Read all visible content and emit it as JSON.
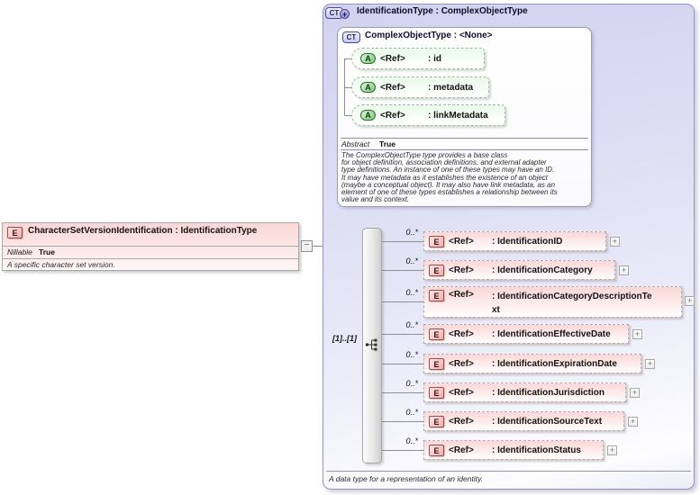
{
  "labels": {
    "ref": "<Ref>",
    "expand": "+",
    "collapse": "−"
  },
  "left_element": {
    "badge": "E",
    "title": "CharacterSetVersionIdentification : IdentificationType",
    "nillable_label": "Nillable",
    "nillable_value": "True",
    "annotation": "A specific character set version."
  },
  "type_box": {
    "badge": "CT",
    "title": "IdentificationType : ComplexObjectType",
    "annotation": "A data type for a representation of an identity.",
    "base_type": {
      "badge": "CT",
      "title": "ComplexObjectType : <None>",
      "attributes": [
        {
          "badge": "A",
          "name": ": id"
        },
        {
          "badge": "A",
          "name": ": metadata"
        },
        {
          "badge": "A",
          "name": ": linkMetadata"
        }
      ],
      "abstract_label": "Abstract",
      "abstract_value": "True",
      "description_lines": [
        "The ComplexObjectType type provides a base class",
        "for object definition, association definitions, and external adapter",
        "type definitions. An instance of one of these types may have an ID.",
        "It may have metadata as it establishes the existence of an object",
        "(maybe a conceptual object). It may also have link metadata, as an",
        "element of one of these types establishes a relationship between its",
        "value and its context."
      ]
    },
    "sequence": {
      "occurs": "[1]..[1]"
    },
    "elements": [
      {
        "badge": "E",
        "occurs": "0..*",
        "name": ": IdentificationID"
      },
      {
        "badge": "E",
        "occurs": "0..*",
        "name": ": IdentificationCategory"
      },
      {
        "badge": "E",
        "occurs": "0..*",
        "name_lines": [
          ": IdentificationCategoryDescriptionTe",
          "xt"
        ]
      },
      {
        "badge": "E",
        "occurs": "0..*",
        "name": ": IdentificationEffectiveDate"
      },
      {
        "badge": "E",
        "occurs": "0..*",
        "name": ": IdentificationExpirationDate"
      },
      {
        "badge": "E",
        "occurs": "0..*",
        "name": ": IdentificationJurisdiction"
      },
      {
        "badge": "E",
        "occurs": "0..*",
        "name": ": IdentificationSourceText"
      },
      {
        "badge": "E",
        "occurs": "0..*",
        "name": ": IdentificationStatus"
      }
    ]
  },
  "colors": {
    "panel_fill": "#dcdcf4",
    "panel_border": "#9393c6",
    "element_fill": "#fbd7d7",
    "attribute_fill": "#e9fae9",
    "type_badge_fill": "#c7c7ec"
  }
}
